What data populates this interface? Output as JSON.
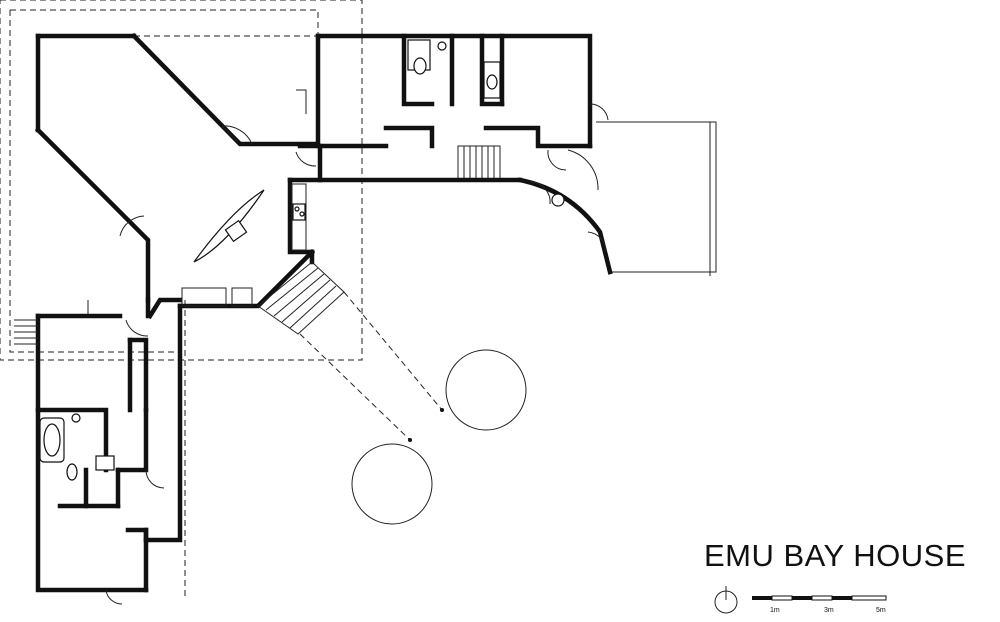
{
  "title": "EMU BAY HOUSE",
  "scale_bar": {
    "labels": [
      "1m",
      "3m",
      "5m"
    ]
  },
  "icons": {
    "north": "north-arrow-icon",
    "trees": "tree-circle-icon"
  }
}
